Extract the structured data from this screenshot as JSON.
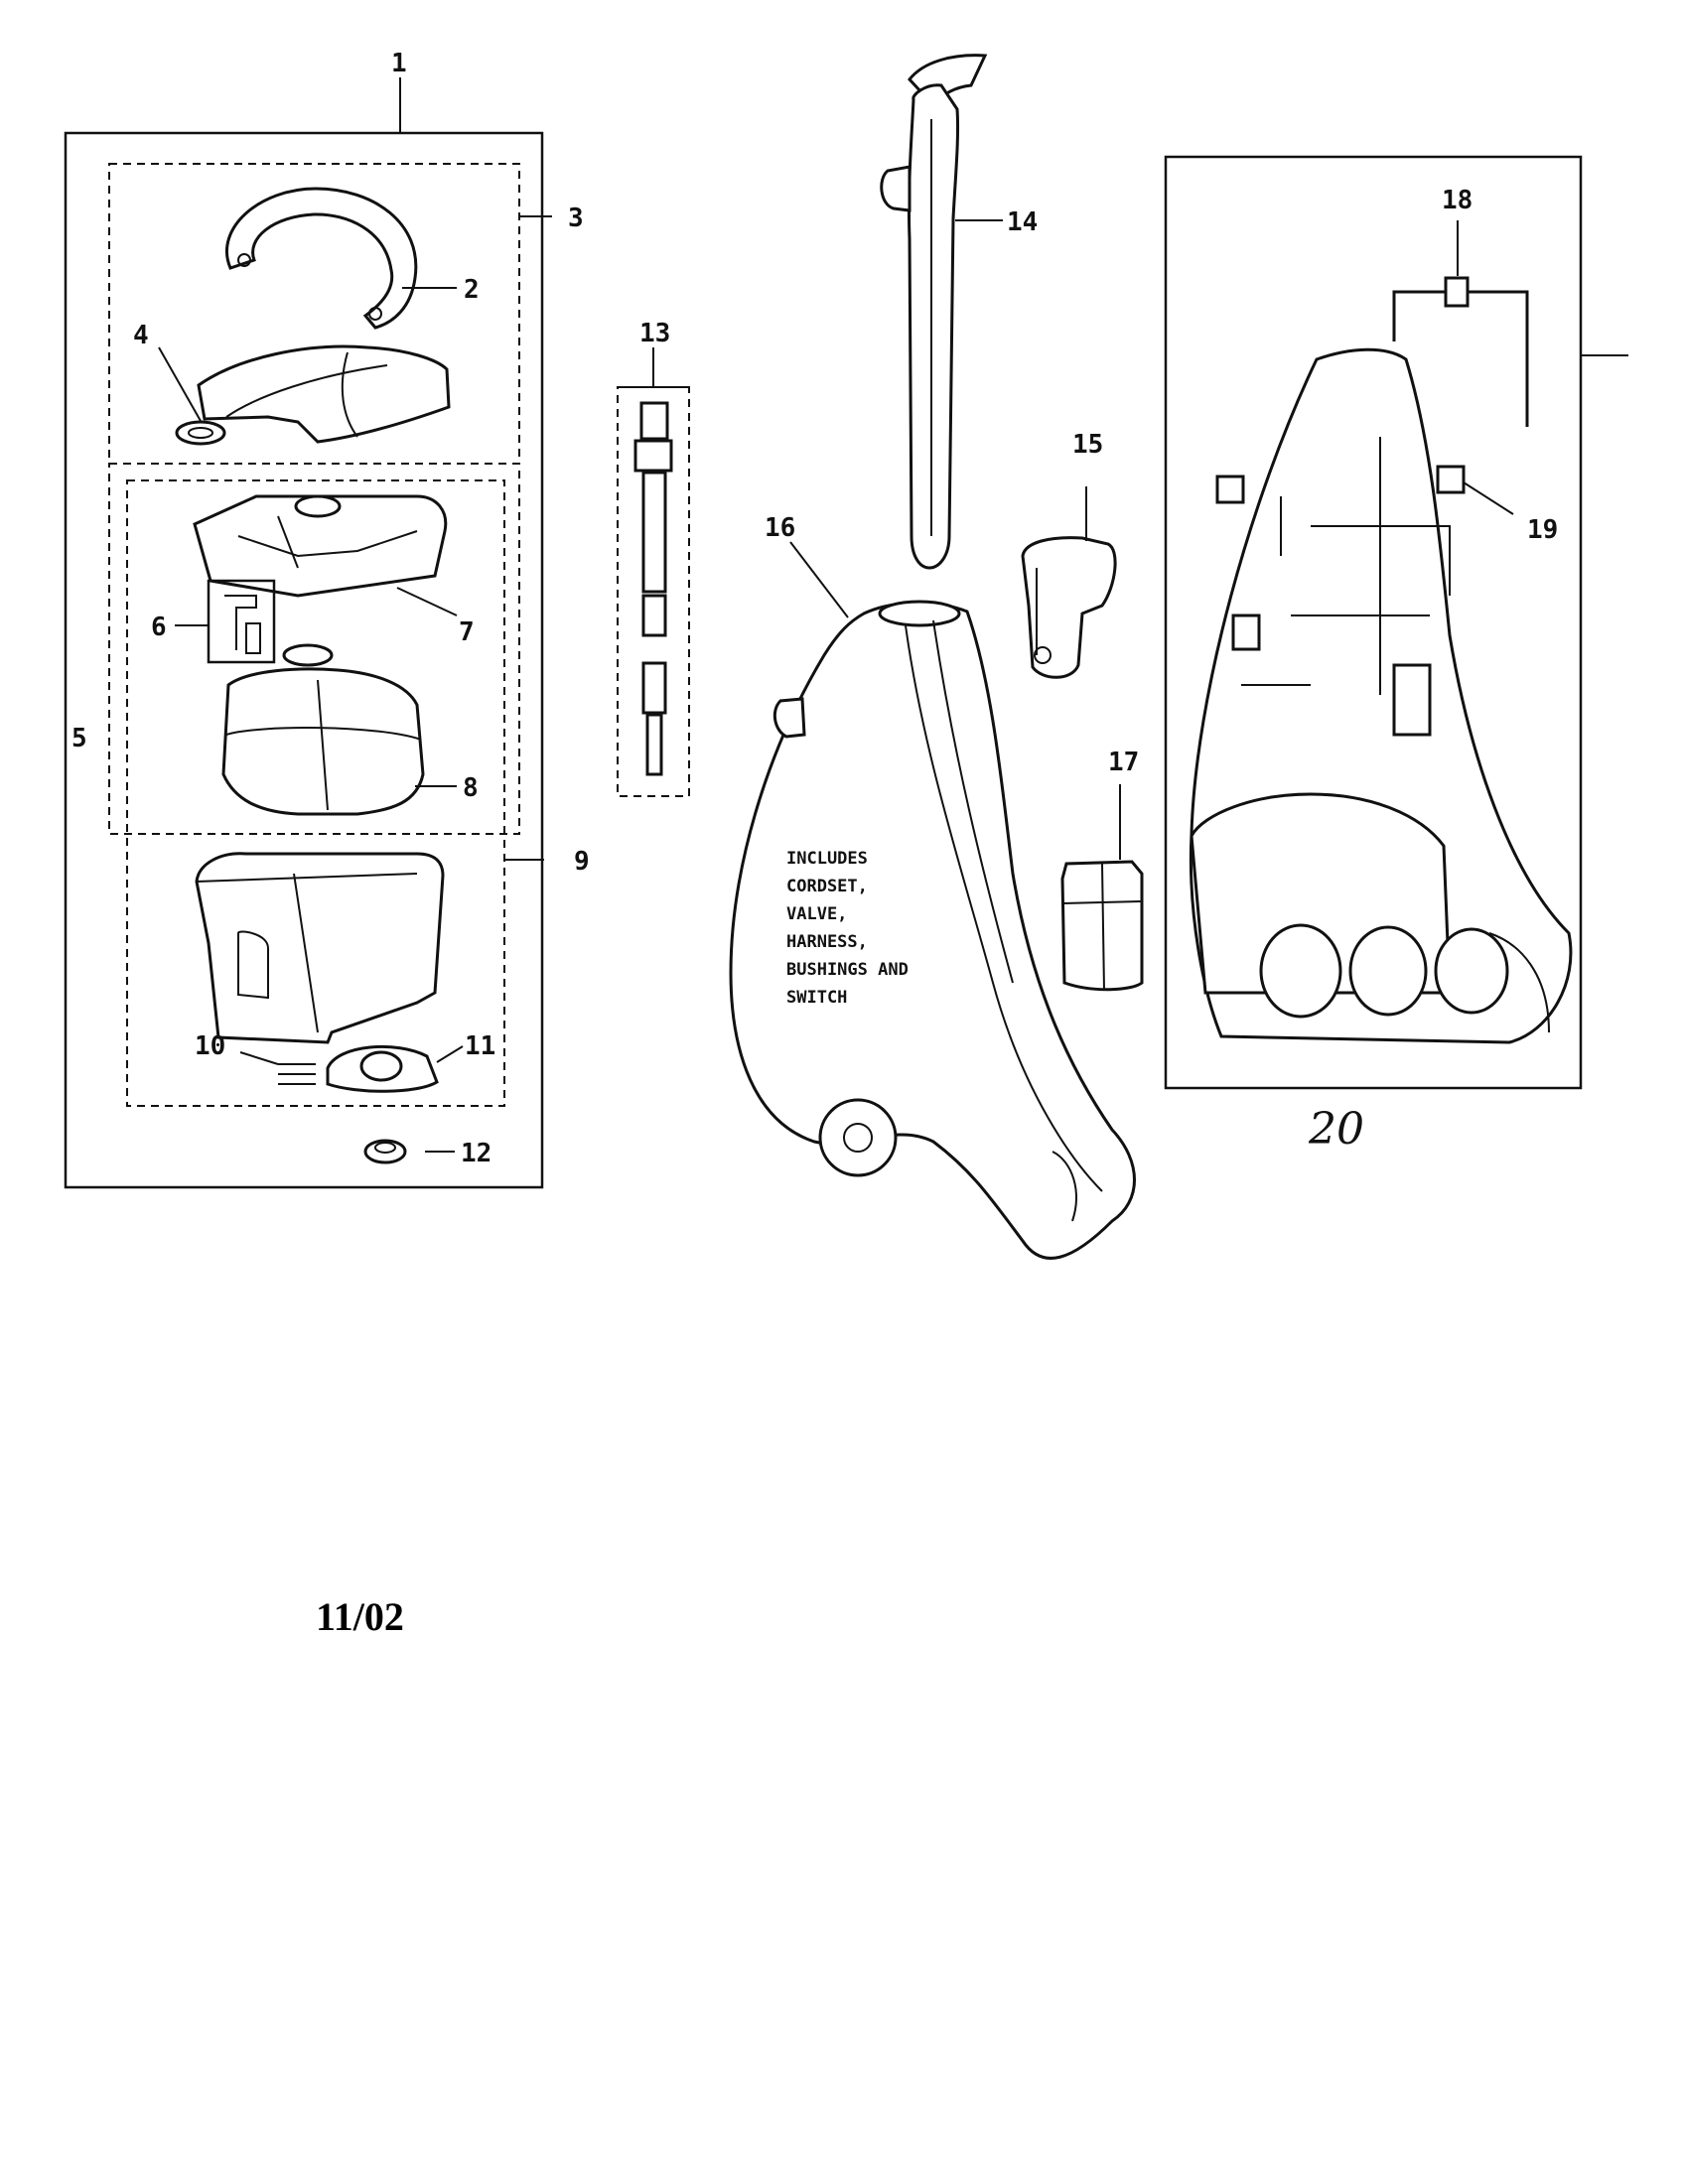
{
  "callouts": [
    "1",
    "2",
    "3",
    "4",
    "5",
    "6",
    "7",
    "8",
    "9",
    "10",
    "11",
    "12",
    "13",
    "14",
    "15",
    "16",
    "17",
    "18",
    "19"
  ],
  "handle_assembly_callout": "20",
  "housing_note_lines": [
    "INCLUDES",
    "CORDSET,",
    "VALVE,",
    "HARNESS,",
    "BUSHINGS AND",
    "SWITCH"
  ],
  "date_code": "11/02"
}
